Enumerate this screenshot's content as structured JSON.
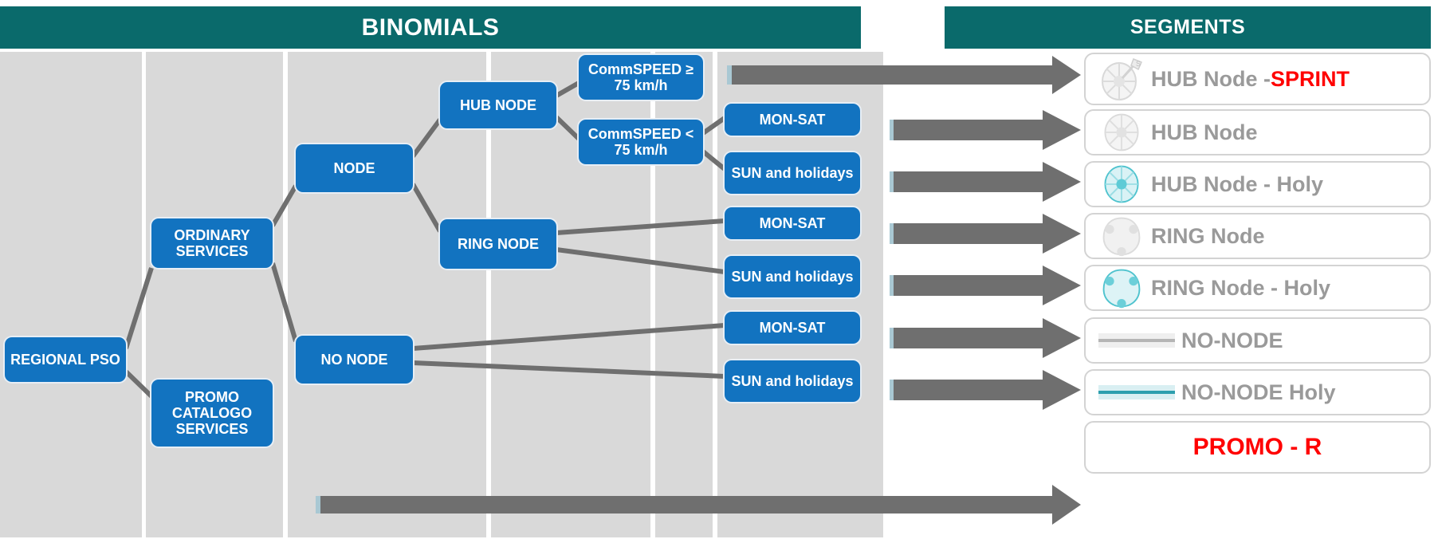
{
  "headers": {
    "binomials": "BINOMIALS",
    "segments": "SEGMENTS"
  },
  "colors": {
    "header_teal": "#0a6a6b",
    "node_blue": "#1273c0",
    "column_grey": "#d9d9d9",
    "connector_grey": "#6f6f6f",
    "arrow_grey": "#6f6f6f",
    "segment_label_grey": "#9a9a9a",
    "accent_red": "#ff0000",
    "holy_teal": "#4fc3ce"
  },
  "tree": {
    "level1": [
      {
        "id": "regional-pso",
        "label": "REGIONAL PSO"
      }
    ],
    "level2": [
      {
        "id": "ordinary-services",
        "label": "ORDINARY SERVICES"
      },
      {
        "id": "promo-catalogo-services",
        "label": "PROMO CATALOGO SERVICES"
      }
    ],
    "level3": [
      {
        "id": "node",
        "label": "NODE"
      },
      {
        "id": "no-node",
        "label": "NO NODE"
      }
    ],
    "level4": [
      {
        "id": "hub-node",
        "label": "HUB NODE"
      },
      {
        "id": "ring-node",
        "label": "RING NODE"
      }
    ],
    "level5": [
      {
        "id": "commspeed-ge",
        "label": "CommSPEED ≥ 75 km/h"
      },
      {
        "id": "commspeed-lt",
        "label": "CommSPEED < 75 km/h"
      }
    ],
    "level6": [
      {
        "id": "mon-sat-1",
        "label": "MON-SAT"
      },
      {
        "id": "sun-holidays-1",
        "label": "SUN and holidays"
      },
      {
        "id": "mon-sat-2",
        "label": "MON-SAT"
      },
      {
        "id": "sun-holidays-2",
        "label": "SUN and holidays"
      },
      {
        "id": "mon-sat-3",
        "label": "MON-SAT"
      },
      {
        "id": "sun-holidays-3",
        "label": "SUN and holidays"
      }
    ]
  },
  "segments": [
    {
      "id": "hub-node-sprint",
      "icon": "hub-node-sprint-icon",
      "label": "HUB Node -",
      "accent": "SPRINT"
    },
    {
      "id": "hub-node",
      "icon": "hub-node-icon",
      "label": "HUB Node",
      "accent": ""
    },
    {
      "id": "hub-node-holy",
      "icon": "hub-node-holy-icon",
      "label": "HUB Node -  Holy",
      "accent": ""
    },
    {
      "id": "ring-node",
      "icon": "ring-node-icon",
      "label": "RING Node",
      "accent": ""
    },
    {
      "id": "ring-node-holy",
      "icon": "ring-node-holy-icon",
      "label": "RING Node - Holy",
      "accent": ""
    },
    {
      "id": "no-node",
      "icon": "no-node-line-icon",
      "label": "NO-NODE",
      "accent": ""
    },
    {
      "id": "no-node-holy",
      "icon": "no-node-holy-line-icon",
      "label": "NO-NODE Holy",
      "accent": ""
    },
    {
      "id": "promo-r",
      "icon": "",
      "label": "PROMO - R",
      "accent": ""
    }
  ]
}
